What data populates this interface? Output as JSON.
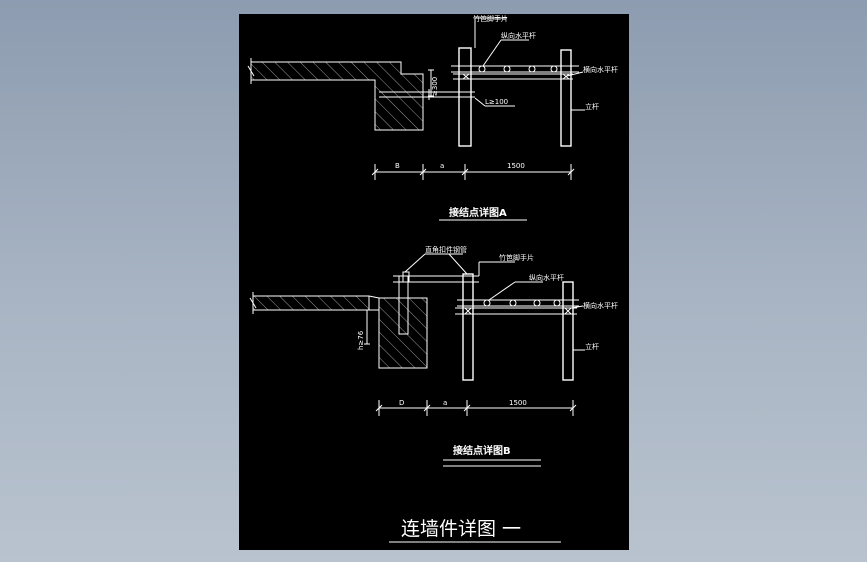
{
  "detail_a": {
    "caption": "接结点详图A",
    "labels": {
      "bamboo_plank": "竹笆脚手片",
      "longitudinal_bar": "纵向水平杆",
      "transverse_bar": "横向水平杆",
      "upright": "立杆",
      "dim_300": "≥300",
      "dim_l100": "L≥100"
    },
    "dims": {
      "b": "B",
      "a": "a",
      "span": "1500"
    }
  },
  "detail_b": {
    "caption": "接结点详图B",
    "labels": {
      "tie_pipe": "直角扣件钢管",
      "bamboo_plank": "竹笆脚手片",
      "longitudinal_bar": "纵向水平杆",
      "transverse_bar": "横向水平杆",
      "upright": "立杆",
      "dim_side": "h≥76"
    },
    "dims": {
      "b": "D",
      "a": "a",
      "span": "1500"
    }
  },
  "sheet_title": "连墙件详图 一"
}
